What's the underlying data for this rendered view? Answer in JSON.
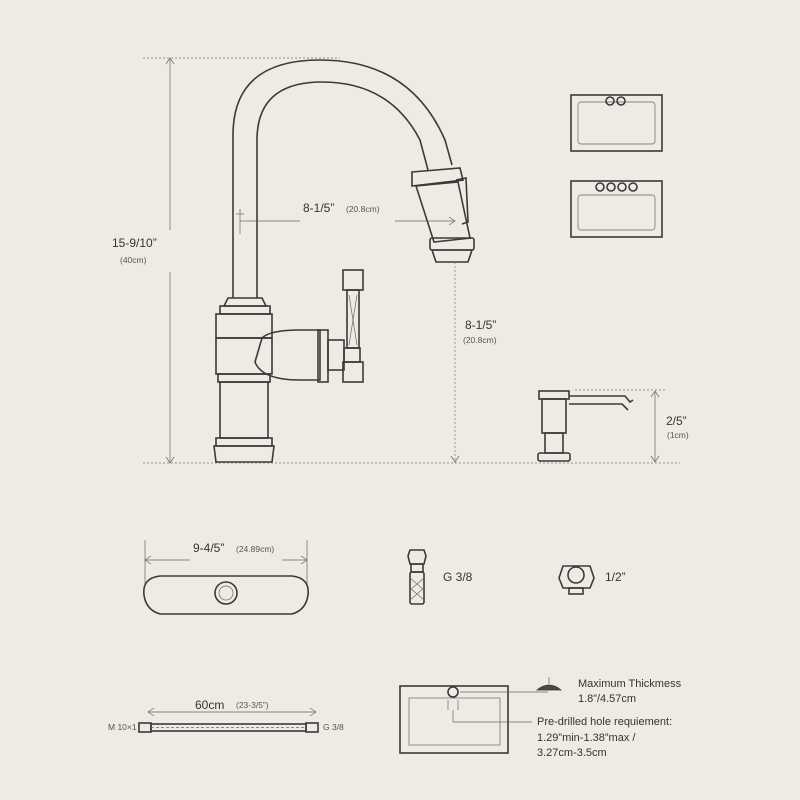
{
  "faucet": {
    "height": "15-9/10”",
    "height_metric": "(40cm)",
    "reach": "8-1/5”",
    "reach_metric": "(20.8cm)",
    "spout_height": "8-1/5”",
    "spout_height_metric": "(20.8cm)"
  },
  "soap_dispenser": {
    "height": "2/5”",
    "height_metric": "(1cm)"
  },
  "deck_plate": {
    "width": "9-4/5”",
    "width_metric": "(24.89cm)"
  },
  "connectors": {
    "hose_thread": "G 3/8",
    "adapter_size": "1/2”"
  },
  "supply_hose": {
    "length": "60cm",
    "length_imperial": "(23-3/5”)",
    "left_thread": "M 10×1",
    "right_thread": "G 3/8"
  },
  "install": {
    "max_thickness_title": "Maximum Thickmess",
    "max_thickness_value": "1.8”/4.57cm",
    "hole_title": "Pre-drilled hole requiement:",
    "hole_imperial": "1.29”min-1.38”max /",
    "hole_metric": "3.27cm-3.5cm"
  }
}
